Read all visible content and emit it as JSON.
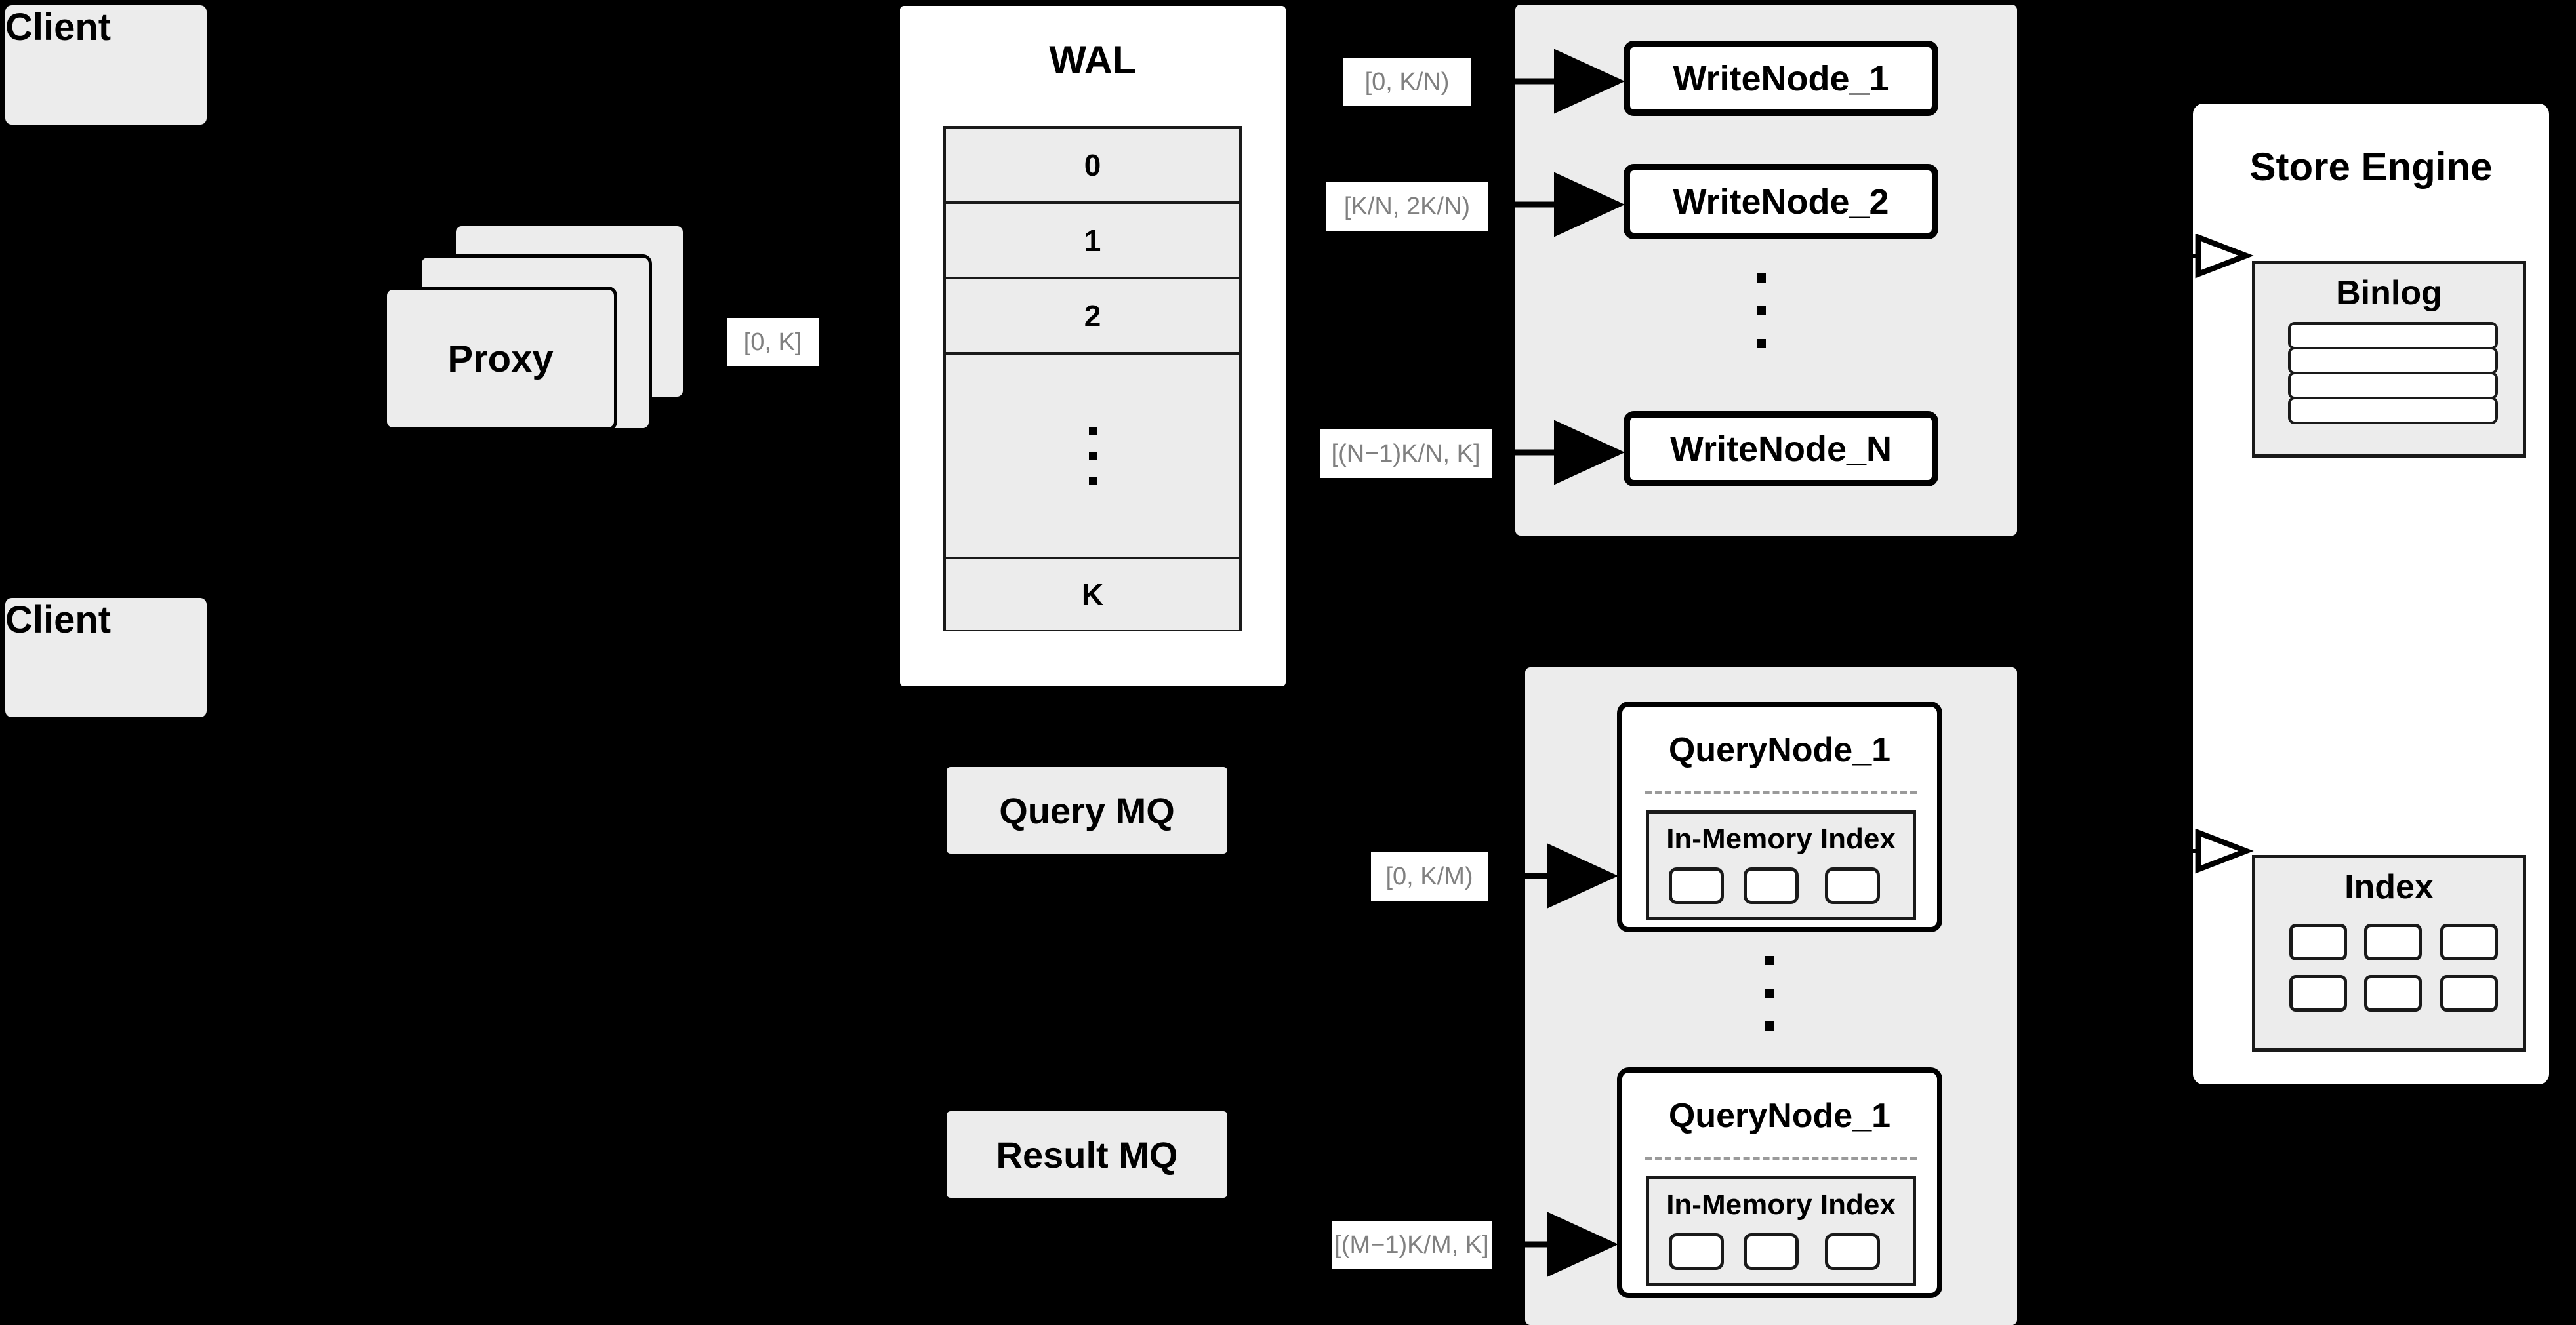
{
  "diagram": {
    "title": "Distributed vector database write/query architecture",
    "colors": {
      "background": "#000000",
      "panel_gray": "#ececec",
      "panel_white": "#ffffff",
      "stroke": "#000000",
      "label_text_gray": "#808080",
      "dashed_separator": "#9a9a9a"
    }
  },
  "clients": [
    {
      "label": "Client"
    },
    {
      "label": "Client"
    }
  ],
  "proxy": {
    "label": "Proxy",
    "stack_count": 3,
    "outgoing_range_label": "[0, K]"
  },
  "wal": {
    "title": "WAL",
    "entries": [
      "0",
      "1",
      "2"
    ],
    "ellipsis": "⋮",
    "last_entry": "K"
  },
  "message_queues": [
    {
      "label": "Query MQ"
    },
    {
      "label": "Result MQ"
    }
  ],
  "write_cluster": {
    "nodes": [
      {
        "label": "WriteNode_1",
        "range_label": "[0,  K/N)"
      },
      {
        "label": "WriteNode_2",
        "range_label": "[K/N, 2K/N)"
      },
      {
        "label": "WriteNode_N",
        "range_label": "[(N−1)K/N,  K]"
      }
    ],
    "ellipsis": "⋮"
  },
  "query_cluster": {
    "nodes": [
      {
        "label": "QueryNode_1",
        "range_label": "[0, K/M)",
        "index": {
          "title": "In-Memory Index",
          "segment_count": 3
        }
      },
      {
        "label": "QueryNode_1",
        "range_label": "[(M−1)K/M, K]",
        "index": {
          "title": "In-Memory Index",
          "segment_count": 3
        }
      }
    ],
    "ellipsis": "⋮"
  },
  "store_engine": {
    "title": "Store Engine",
    "binlog": {
      "title": "Binlog",
      "segment_count": 4
    },
    "index": {
      "title": "Index",
      "segment_count": 6
    }
  }
}
